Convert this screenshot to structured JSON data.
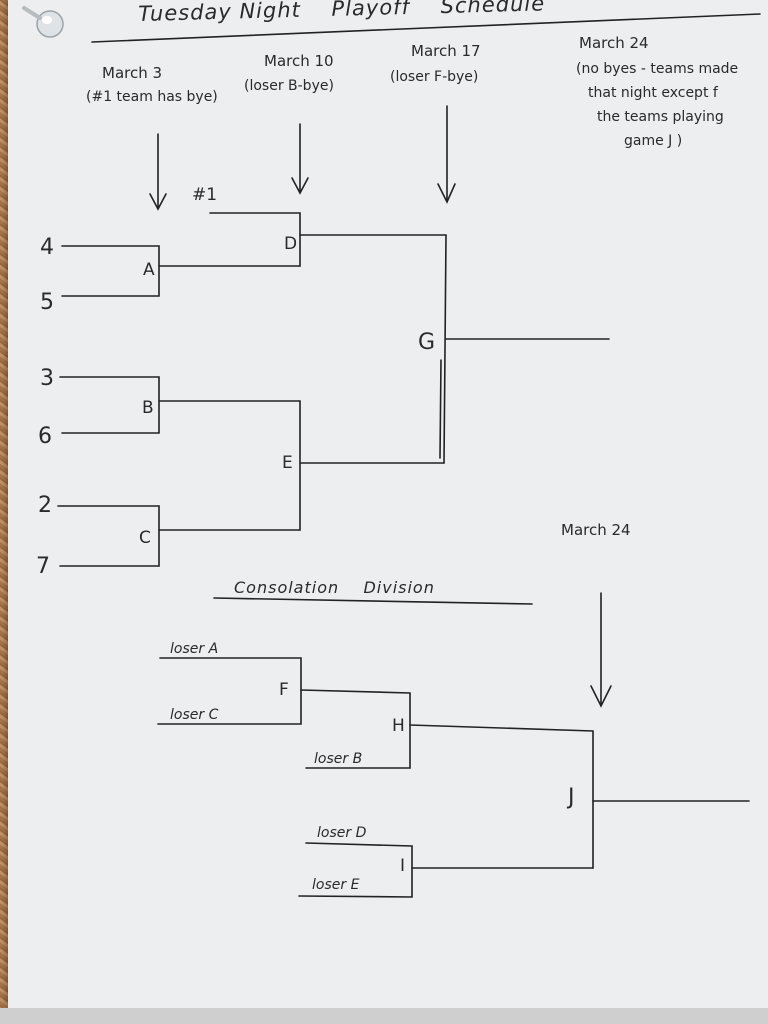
{
  "title": "Tuesday Night    Playoff    Schedule",
  "dates": {
    "march3": "March 3",
    "march3_note": "(#1 team has bye)",
    "march10": "March 10",
    "march10_note": "(loser B-bye)",
    "march17": "March 17",
    "march17_note": "(loser F-bye)",
    "march24": "March 24",
    "march24_note_1": "(no byes - teams made",
    "march24_note_2": "that night except f",
    "march24_note_3": "the teams playing",
    "march24_note_4": "game J )",
    "march24_consolation": "March 24"
  },
  "seeds": {
    "s1": "#1",
    "s2": "2",
    "s3": "3",
    "s4": "4",
    "s5": "5",
    "s6": "6",
    "s7": "7"
  },
  "games": {
    "A": "A",
    "B": "B",
    "C": "C",
    "D": "D",
    "E": "E",
    "F": "F",
    "G": "G",
    "H": "H",
    "I": "I",
    "J": "J"
  },
  "consolation": {
    "heading": "Consolation    Division",
    "loser_a": "loser A",
    "loser_c": "loser C",
    "loser_b": "loser B",
    "loser_d": "loser D",
    "loser_e": "loser E"
  }
}
